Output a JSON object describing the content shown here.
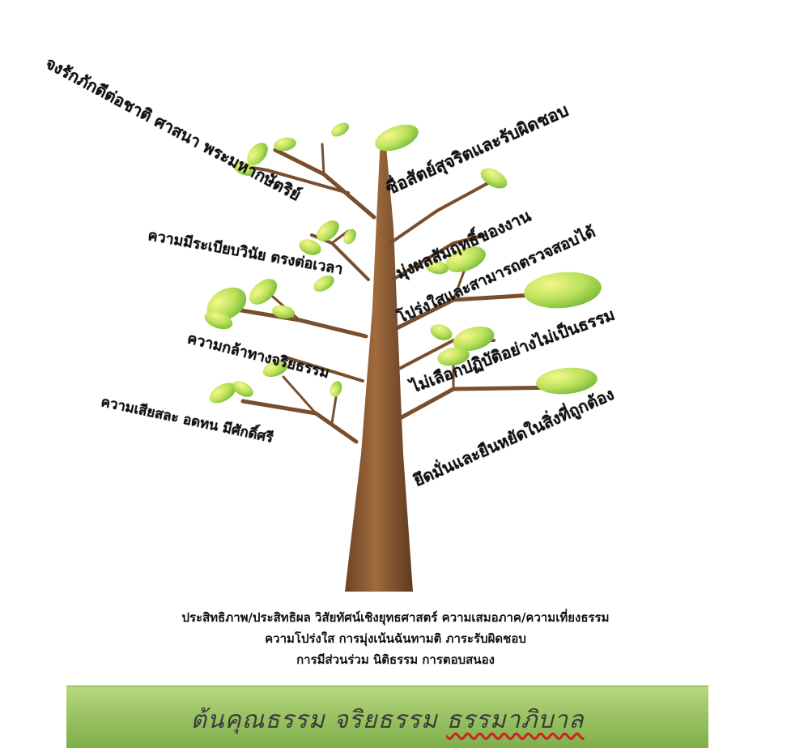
{
  "branch_labels": {
    "loyalty": "จงรักภักดีต่อชาติ  ศาสนา  พระมหากษัตริย์",
    "honesty": "ซื่อสัตย์สุจริตและรับผิดชอบ",
    "results": "มุ่งผลสัมฤทธิ์ของงาน",
    "discipline": "ความมีระเบียบวินัย  ตรงต่อเวลา",
    "transparency": "โปร่งใสและสามารถตรวจสอบได้",
    "fairness": "ไม่เลือกปฏิบัติอย่างไม่เป็นธรรม",
    "courage": "ความกล้าทางจริยธรรม",
    "uphold": "ยึดมั่นและยืนหยัดในสิ่งที่ถูกต้อง",
    "sacrifice": "ความเสียสละ  อดทน  มีศักดิ์ศรี"
  },
  "roots": {
    "line1": "ประสิทธิภาพ/ประสิทธิผล วิสัยทัศน์เชิงยุทธศาสตร์ ความเสมอภาค/ความเที่ยงธรรม",
    "line2": "ความโปร่งใส  การมุ่งเน้นฉันทามติ  ภาระรับผิดชอบ",
    "line3": "การมีส่วนร่วม  นิติธรรม  การตอบสนอง"
  },
  "banner": {
    "text_main": "ต้นคุณธรรม จริยธรรม ",
    "text_underlined": "ธรรมาภิบาล"
  },
  "colors": {
    "trunk": "#8b5a32",
    "leaf_light": "#e6f06a",
    "leaf_dark": "#7cc43a",
    "banner": "#9cc466"
  }
}
